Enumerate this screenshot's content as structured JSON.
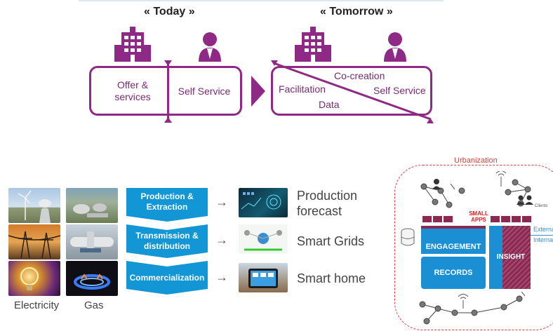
{
  "top": {
    "today_title": "« Today »",
    "tomorrow_title": "« Tomorrow »",
    "today_left": "Offer & services",
    "today_right": "Self Service",
    "tomorrow_cocreation": "Co-creation",
    "tomorrow_facilitation": "Facilitation",
    "tomorrow_selfservice": "Self Service",
    "tomorrow_data": "Data"
  },
  "chain": {
    "steps": [
      {
        "label": "Production & Extraction",
        "result": "Production forecast"
      },
      {
        "label": "Transmission & distribution",
        "result": "Smart Grids"
      },
      {
        "label": "Commercialization",
        "result": "Smart home"
      }
    ],
    "caption_electricity": "Electricity",
    "caption_gas": "Gas"
  },
  "urban": {
    "title": "Urbanization",
    "small_apps": "SMALL APPS",
    "clients": "Clients",
    "engagement": "ENGAGEMENT",
    "records": "RECORDS",
    "insight": "INSIGHT",
    "external": "External",
    "internal": "Internal"
  },
  "colors": {
    "purple": "#8e2a86",
    "chevron_blue": "#1296d6",
    "engagement_blue": "#1a8fd4",
    "insight_maroon": "#8a2a52",
    "urban_red": "#e04040"
  }
}
